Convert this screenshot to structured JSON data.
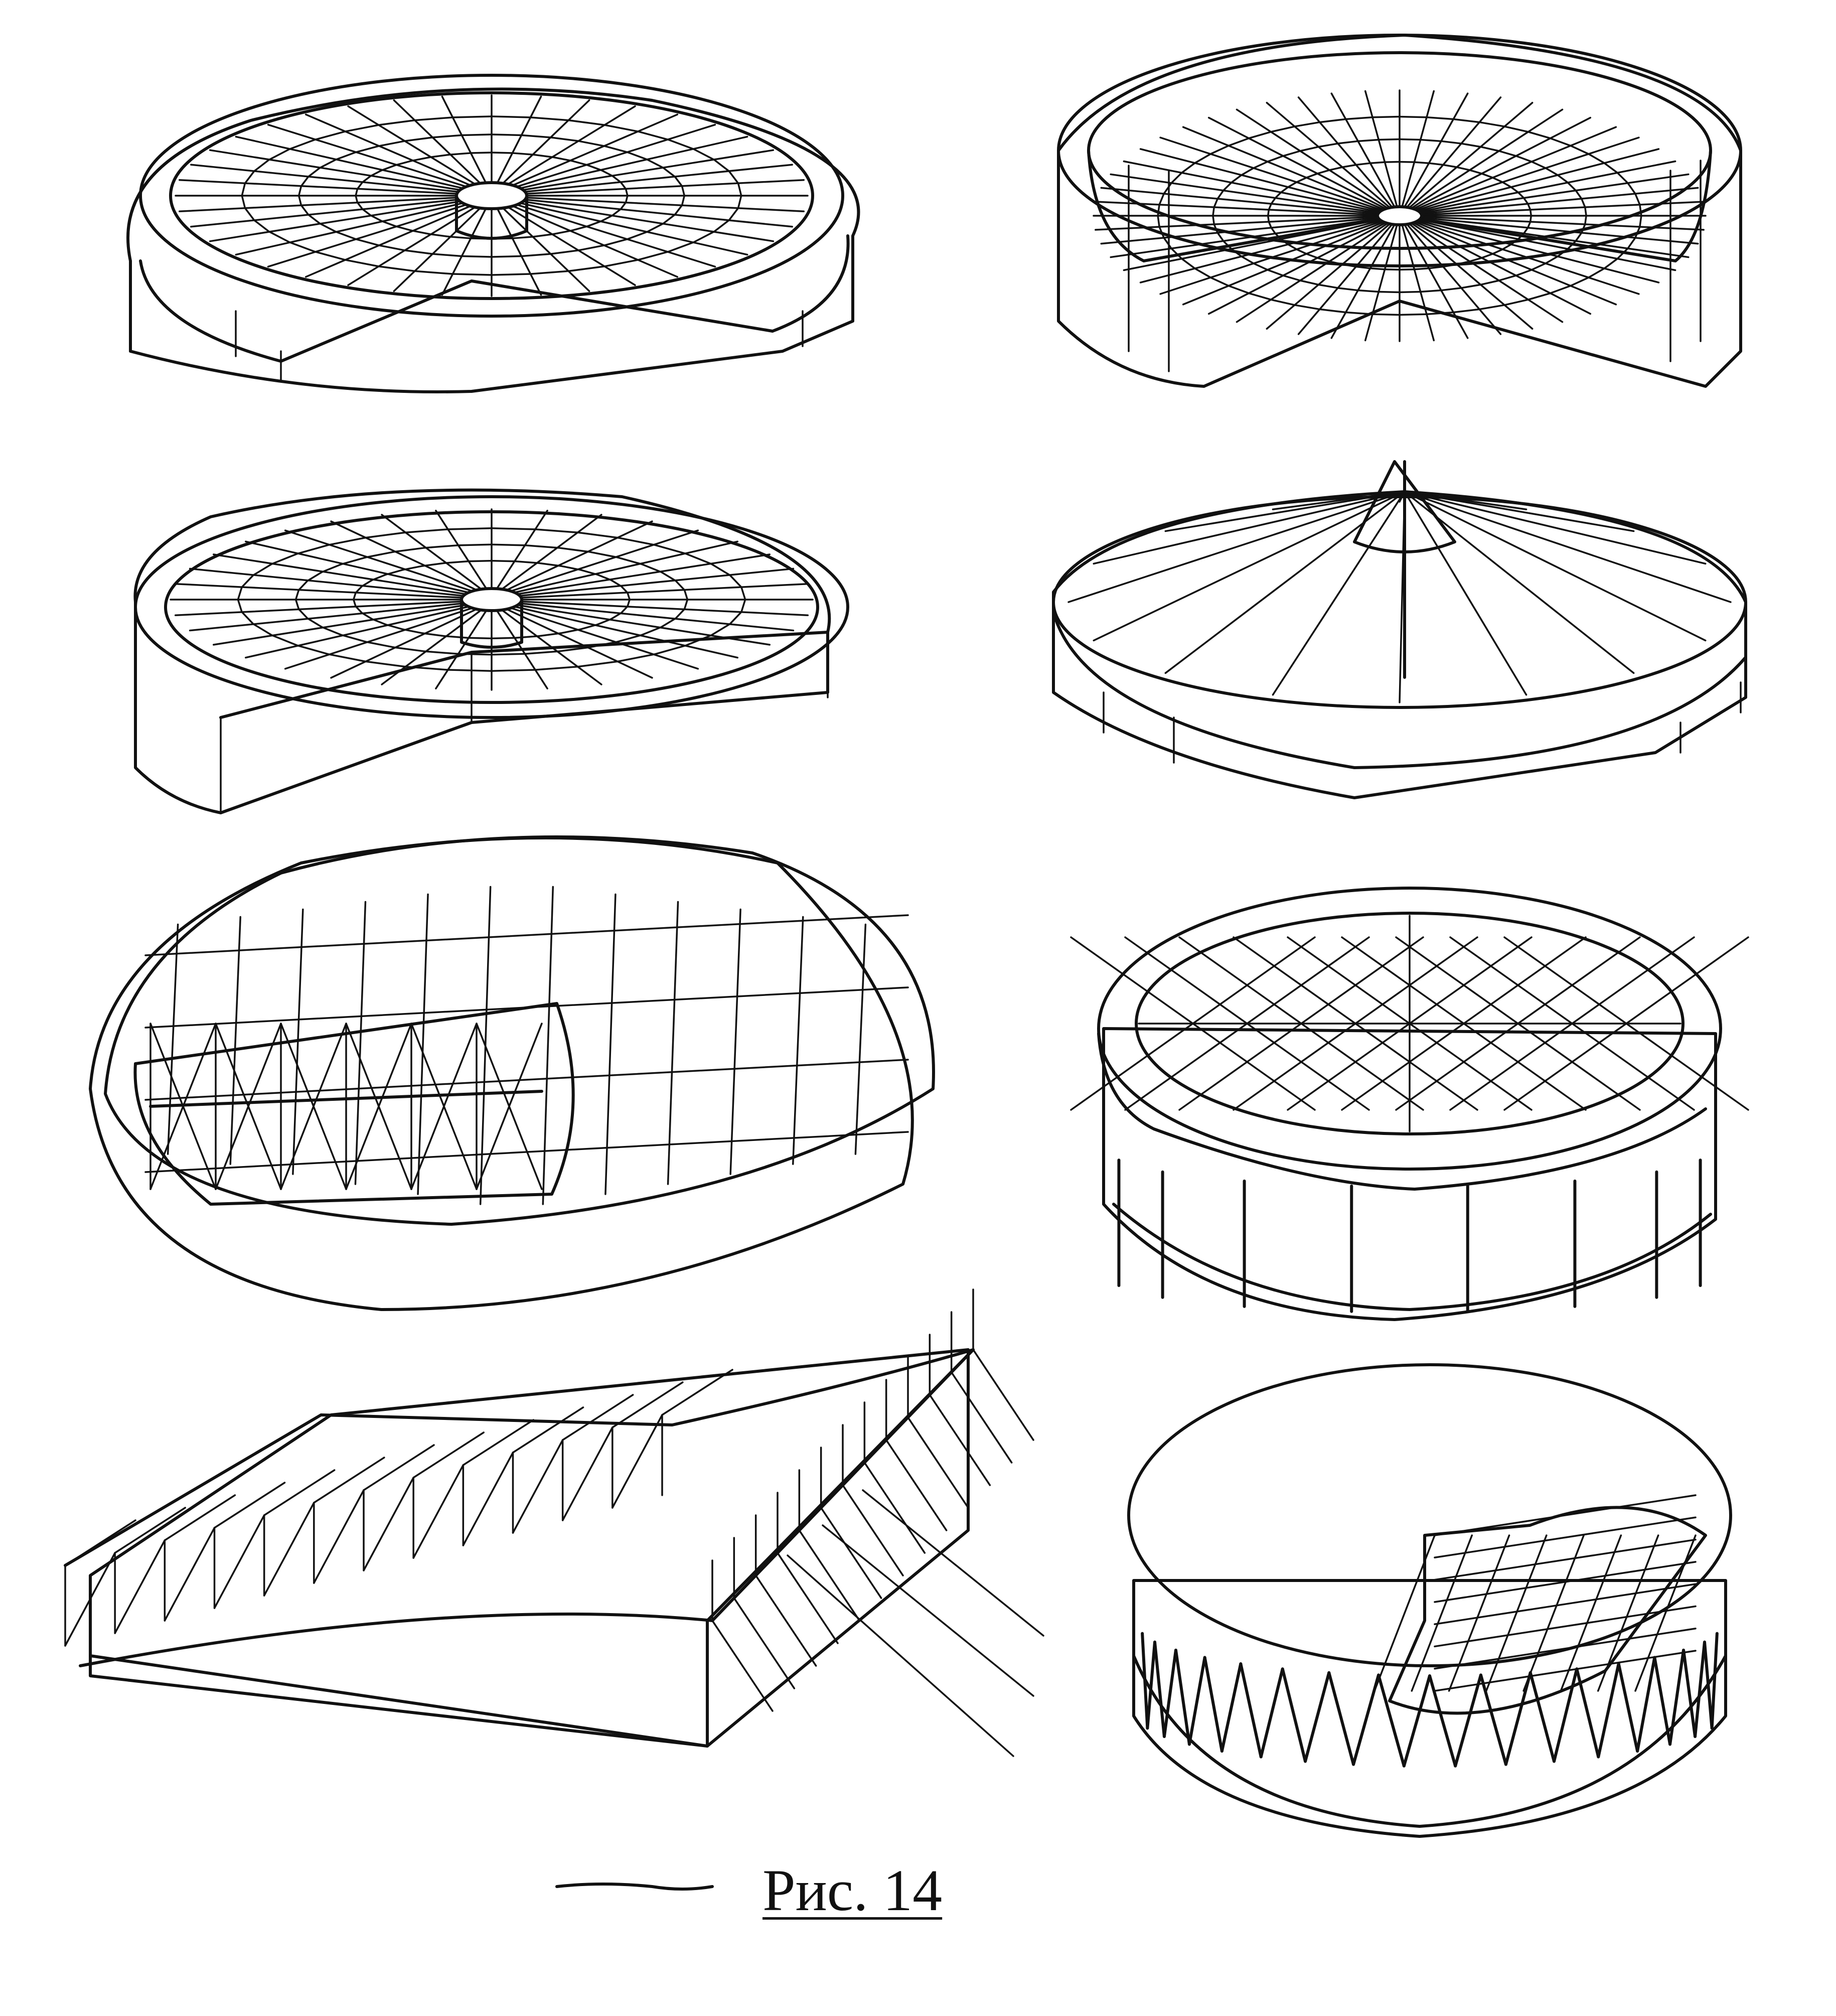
{
  "figure": {
    "caption": "Рис. 14",
    "drawings": [
      {
        "name": "cable-roof-ring-cutaway",
        "spokes": 40
      },
      {
        "name": "cable-roof-ring-cutaway-dense",
        "spokes": 56
      },
      {
        "name": "radial-roof-with-central-ring",
        "spokes": 36
      },
      {
        "name": "mast-suspended-tent-roof",
        "spokes": 16
      },
      {
        "name": "oval-shell-roof-with-grid",
        "grid_columns": 13,
        "grid_rows": 5
      },
      {
        "name": "cable-net-roof-on-columns",
        "columns": 8
      },
      {
        "name": "saddle-roof-between-arches",
        "panels": 12
      },
      {
        "name": "circular-roof-lattice-cutaway",
        "zigzag_teeth": 16
      }
    ]
  }
}
